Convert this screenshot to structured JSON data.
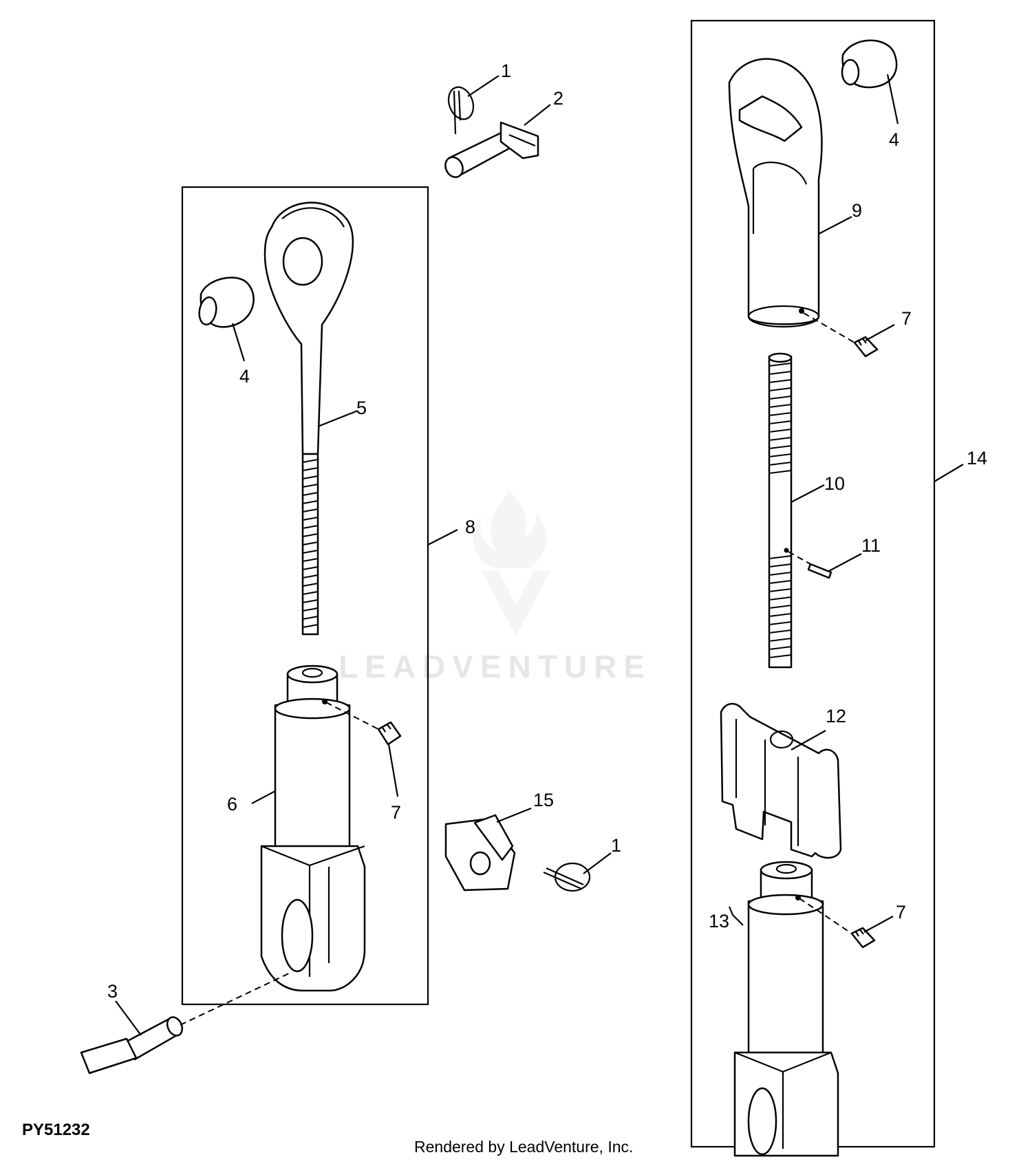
{
  "diagram": {
    "code": "PY51232",
    "footer": "Rendered by LeadVenture, Inc.",
    "watermark": "LEADVENTURE",
    "callouts": {
      "c1_top": "1",
      "c2": "2",
      "c3": "3",
      "c4_left": "4",
      "c4_right": "4",
      "c5": "5",
      "c6": "6",
      "c7_left": "7",
      "c7_right_top": "7",
      "c7_right_bottom": "7",
      "c8": "8",
      "c9": "9",
      "c10": "10",
      "c11": "11",
      "c12": "12",
      "c13": "13",
      "c14": "14",
      "c15": "15",
      "c1_bottom": "1"
    }
  }
}
